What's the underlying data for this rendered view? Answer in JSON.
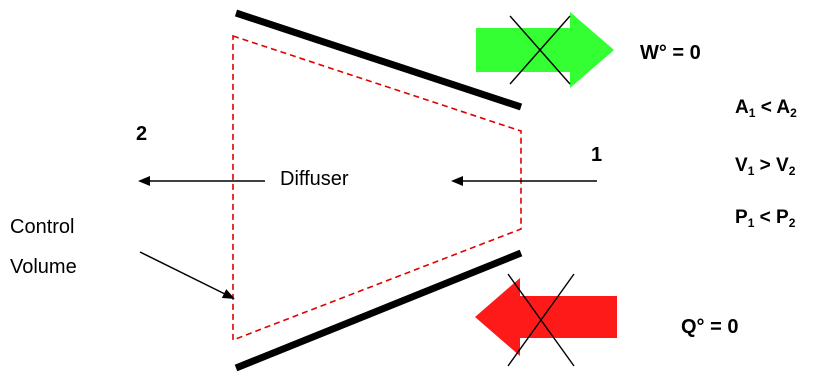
{
  "diagram": {
    "center_label": "Diffuser",
    "control_volume": {
      "line1": "Control",
      "line2": "Volume"
    },
    "station_outlet": "2",
    "station_inlet": "1",
    "work": "W° = 0",
    "heat": "Q° = 0",
    "relations": [
      {
        "left": "A",
        "sub1": "1",
        "op": " < ",
        "right": "A",
        "sub2": "2"
      },
      {
        "left": "V",
        "sub1": "1",
        "op": " > ",
        "right": "V",
        "sub2": "2"
      },
      {
        "left": "P",
        "sub1": "1",
        "op": " < ",
        "right": "P",
        "sub2": "2"
      }
    ],
    "colors": {
      "wall": "#000000",
      "control_volume_line": "#e00000",
      "work_arrow": "#33ff33",
      "heat_arrow": "#ff1a1a"
    }
  }
}
